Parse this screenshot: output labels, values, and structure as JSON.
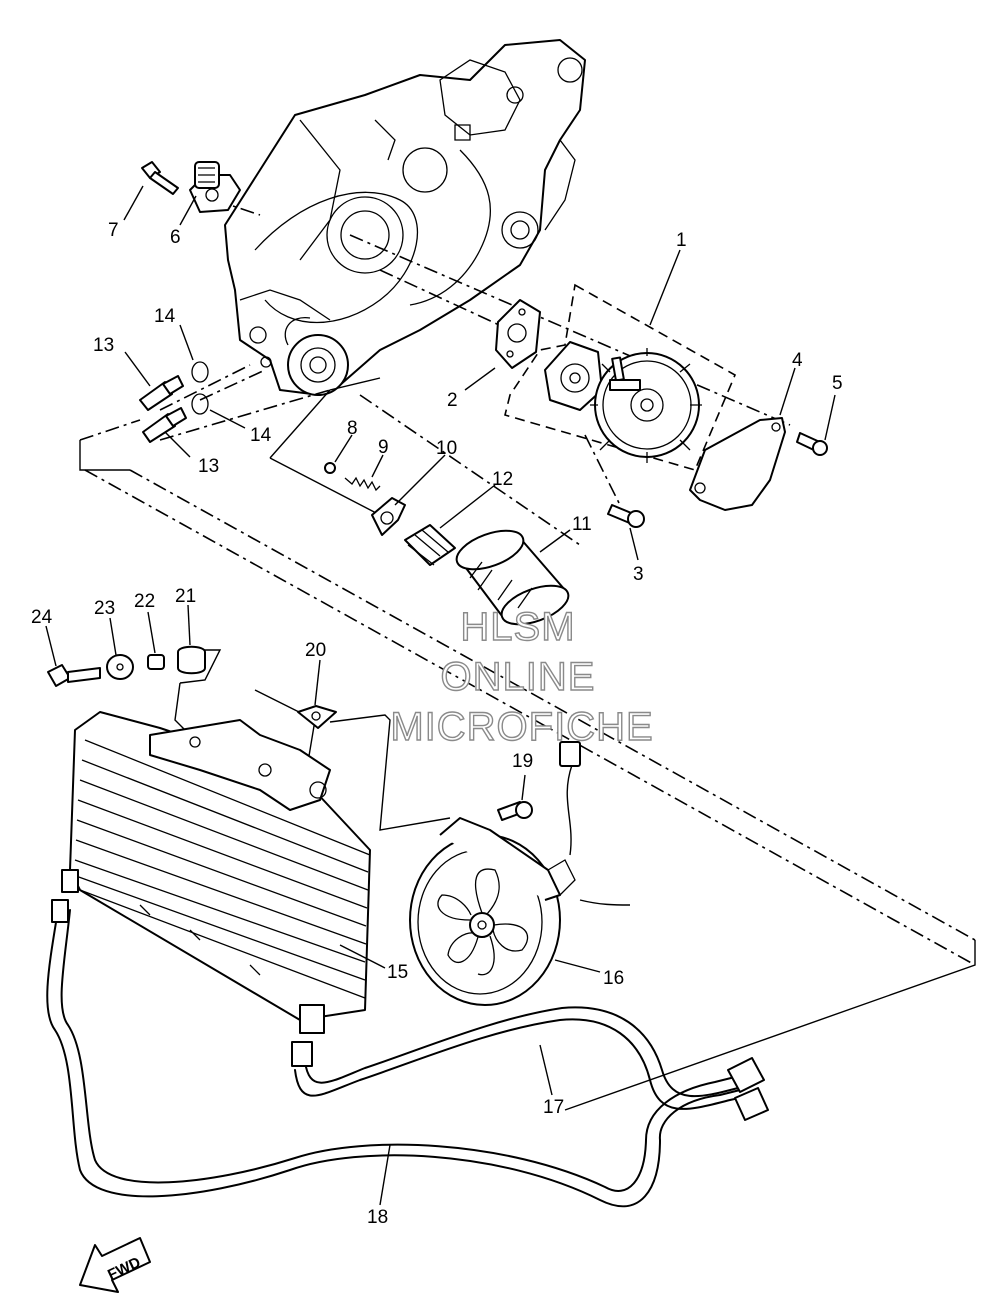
{
  "watermark": {
    "line1": "HLSM",
    "line2": "ONLINE",
    "line3": "MICROFICHE"
  },
  "direction_arrow": "FWD",
  "callouts": [
    "1",
    "2",
    "3",
    "4",
    "5",
    "6",
    "7",
    "8",
    "9",
    "10",
    "11",
    "12",
    "13",
    "13",
    "14",
    "14",
    "15",
    "16",
    "17",
    "18",
    "19",
    "20",
    "21",
    "22",
    "23",
    "24"
  ],
  "parts": [
    {
      "ref": "1",
      "item": "oil pump assembly (dashed group)"
    },
    {
      "ref": "2",
      "item": "gasket"
    },
    {
      "ref": "3",
      "item": "bolt"
    },
    {
      "ref": "4",
      "item": "cover"
    },
    {
      "ref": "5",
      "item": "bolt"
    },
    {
      "ref": "6",
      "item": "strainer cover"
    },
    {
      "ref": "7",
      "item": "bolt"
    },
    {
      "ref": "8",
      "item": "ball"
    },
    {
      "ref": "9",
      "item": "spring"
    },
    {
      "ref": "10",
      "item": "plate"
    },
    {
      "ref": "11",
      "item": "oil filter"
    },
    {
      "ref": "12",
      "item": "union bolt"
    },
    {
      "ref": "13",
      "item": "fitting"
    },
    {
      "ref": "14",
      "item": "o-ring"
    },
    {
      "ref": "15",
      "item": "oil cooler"
    },
    {
      "ref": "16",
      "item": "fan motor"
    },
    {
      "ref": "17",
      "item": "oil hose"
    },
    {
      "ref": "18",
      "item": "oil hose"
    },
    {
      "ref": "19",
      "item": "bolt"
    },
    {
      "ref": "20",
      "item": "bracket nut"
    },
    {
      "ref": "21",
      "item": "grommet"
    },
    {
      "ref": "22",
      "item": "collar"
    },
    {
      "ref": "23",
      "item": "washer"
    },
    {
      "ref": "24",
      "item": "bolt"
    }
  ]
}
